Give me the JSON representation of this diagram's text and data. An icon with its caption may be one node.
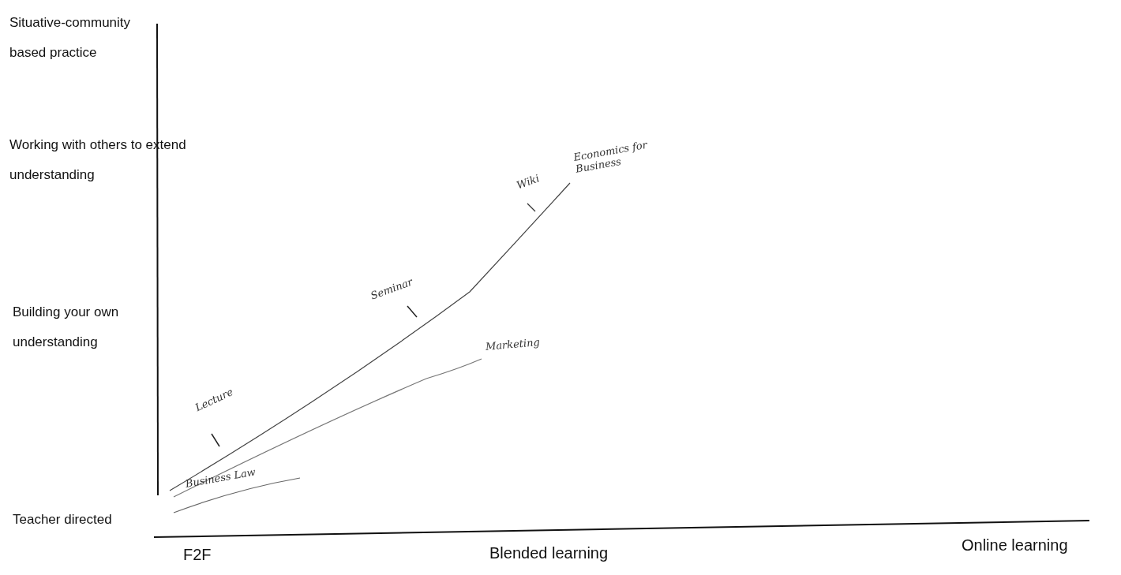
{
  "diagram": {
    "labels": [
      "Situative-community based practice",
      "Economics for Business",
      "Working with others to extend understanding",
      "Wiki",
      "Seminar",
      "Building your own understanding",
      "Marketing",
      "Lecture",
      "Business Law",
      "Teacher directed",
      "F2F",
      "Blended learning",
      "Online learning"
    ]
  }
}
